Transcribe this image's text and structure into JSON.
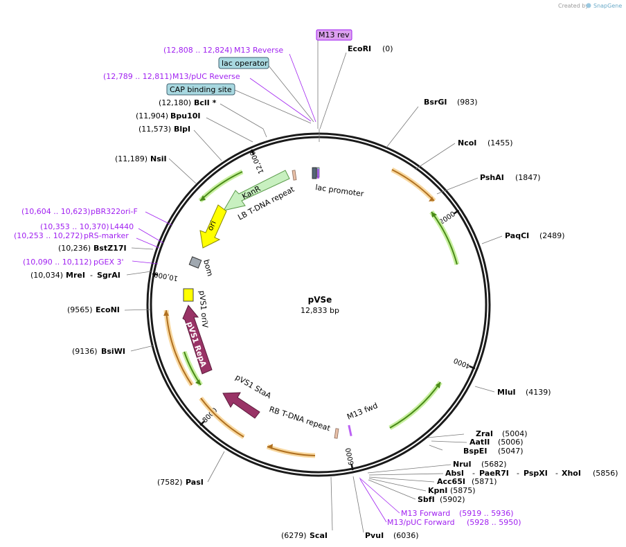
{
  "credit": {
    "created_by": "Created by",
    "app": "SnapGene"
  },
  "plasmid": {
    "name": "pVSe",
    "size": "12,833 bp",
    "length": 12833
  },
  "ticks": [
    {
      "bp": 2000,
      "label": "2000"
    },
    {
      "bp": 4000,
      "label": "4000"
    },
    {
      "bp": 6000,
      "label": "6000"
    },
    {
      "bp": 8000,
      "label": "8000"
    },
    {
      "bp": 10000,
      "label": "10,000"
    },
    {
      "bp": 12000,
      "label": "12,000"
    }
  ],
  "top_labels": [
    {
      "text": "M13 rev",
      "type": "primer-box"
    },
    {
      "name": "EcoRI",
      "pos": "(0)"
    }
  ],
  "left_labels": [
    {
      "pos": "(12,808 .. 12,824)",
      "name": "M13 Reverse",
      "type": "primer"
    },
    {
      "name": "lac operator",
      "type": "box"
    },
    {
      "pos": "(12,789 .. 12,811)",
      "name": "M13/pUC Reverse",
      "type": "primer"
    },
    {
      "name": "CAP binding site",
      "type": "box"
    },
    {
      "pos": "(12,180)",
      "name": "BclI *",
      "type": "site"
    },
    {
      "pos": "(11,904)",
      "name": "Bpu10I",
      "type": "site"
    },
    {
      "pos": "(11,573)",
      "name": "BlpI",
      "type": "site"
    },
    {
      "pos": "(11,189)",
      "name": "NsiI",
      "type": "site"
    },
    {
      "pos": "(10,604 .. 10,623)",
      "name": "pBR322ori-F",
      "type": "primer"
    },
    {
      "pos": "(10,353 .. 10,370)",
      "name": "L4440",
      "type": "primer"
    },
    {
      "pos": "(10,253 .. 10,272)",
      "name": "pRS-marker",
      "type": "primer"
    },
    {
      "pos": "(10,236)",
      "name": "BstZ17I",
      "type": "site"
    },
    {
      "pos": "(10,090 .. 10,112)",
      "name": "pGEX 3'",
      "type": "primer"
    },
    {
      "pos": "(10,034)",
      "name": "MreI",
      "name2": "SgrAI",
      "type": "site"
    },
    {
      "pos": "(9565)",
      "name": "EcoNI",
      "type": "site"
    },
    {
      "pos": "(9136)",
      "name": "BsiWI",
      "type": "site"
    },
    {
      "pos": "(7582)",
      "name": "PasI",
      "type": "site"
    },
    {
      "pos": "(6279)",
      "name": "ScaI",
      "type": "site"
    }
  ],
  "right_labels": [
    {
      "name": "BsrGI",
      "pos": "(983)"
    },
    {
      "name": "NcoI",
      "pos": "(1455)"
    },
    {
      "name": "PshAI",
      "pos": "(1847)"
    },
    {
      "name": "PaqCI",
      "pos": "(2489)"
    },
    {
      "name": "MluI",
      "pos": "(4139)"
    },
    {
      "name": "ZraI",
      "pos": "(5004)"
    },
    {
      "name": "AatII",
      "pos": "(5006)"
    },
    {
      "name": "BspEI",
      "pos": "(5047)"
    },
    {
      "name": "NruI",
      "pos": "(5682)"
    },
    {
      "name": "AbsI",
      "name2": "PaeR7I",
      "name3": "PspXI",
      "name4": "XhoI",
      "pos": "(5856)"
    },
    {
      "name": "Acc65I",
      "pos": "(5871)"
    },
    {
      "name": "KpnI",
      "pos": "(5875)"
    },
    {
      "name": "SbfI",
      "pos": "(5902)"
    },
    {
      "name": "M13 Forward",
      "pos": "(5919 .. 5936)",
      "type": "primer"
    },
    {
      "name": "M13/pUC Forward",
      "pos": "(5928 .. 5950)",
      "type": "primer"
    },
    {
      "name": "PvuI",
      "pos": "(6036)"
    }
  ],
  "features": {
    "lac_promoter": "lac promoter",
    "kanr": "KanR",
    "lb_repeat": "LB T-DNA repeat",
    "ori": "ori",
    "bom": "bom",
    "pvs1_oriv": "pVS1 oriV",
    "pvs1_repa": "pVS1 RepA",
    "pvs1_staa": "pVS1 StaA",
    "rb_repeat": "RB T-DNA repeat",
    "m13_fwd": "M13 fwd"
  },
  "colors": {
    "backbone": "#1a1a1a",
    "primer": "#a020f0",
    "primer_box_fill": "#dca0f0",
    "box_fill": "#a8d8e0",
    "kanr_fill": "#c8f0c0",
    "ori_fill": "#ffff00",
    "repa_fill": "#993366",
    "orange_arc": "#e8a030",
    "green_arc": "#66aa22"
  }
}
